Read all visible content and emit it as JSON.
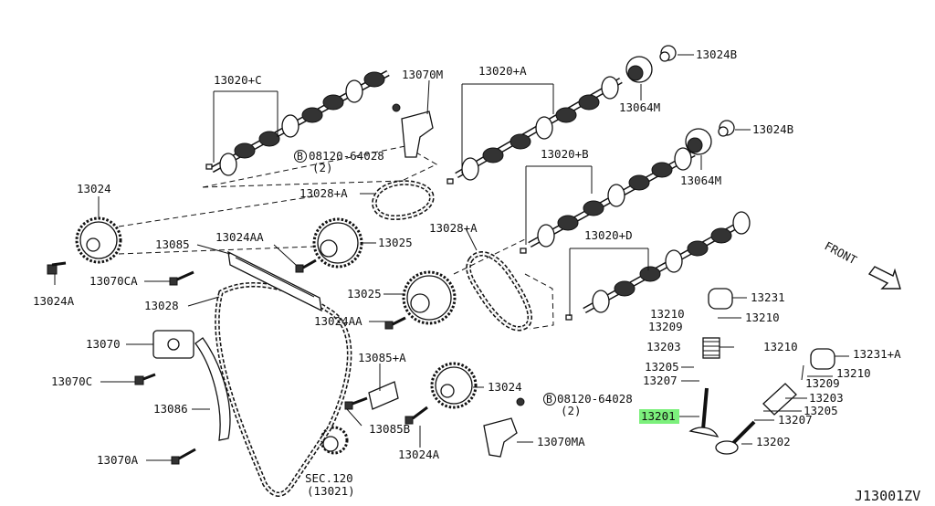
{
  "diagram_id": "J13001ZV",
  "front_label": "FRONT",
  "callouts": {
    "p13020C": "13020+C",
    "p13070M": "13070M",
    "p13020A": "13020+A",
    "p13024B_1": "13024B",
    "p13064M_1": "13064M",
    "p13020B": "13020+B",
    "p13024B_2": "13024B",
    "p13064M_2": "13064M",
    "p13020D": "13020+D",
    "bolt_08120_top": "08120-64028",
    "bolt_08120_top_qty": "(2)",
    "p13024": "13024",
    "p13028A_1": "13028+A",
    "p13028A_2": "13028+A",
    "p13085": "13085",
    "p13024AA_1": "13024AA",
    "p13025_1": "13025",
    "p13070CA": "13070CA",
    "p13024A_1": "13024A",
    "p13028": "13028",
    "p13025_2": "13025",
    "p13024AA_2": "13024AA",
    "p13070": "13070",
    "p13085A": "13085+A",
    "p13024_2": "13024",
    "p13070C": "13070C",
    "bolt_08120_bot": "08120-64028",
    "bolt_08120_bot_qty": "(2)",
    "p13086": "13086",
    "p13085B": "13085B",
    "p13070MA": "13070MA",
    "p13024A_2": "13024A",
    "p13070A": "13070A",
    "sec120": "SEC.120",
    "sec120_sub": "(13021)",
    "p13231": "13231",
    "p13210_1": "13210",
    "p13209_1": "13209",
    "p13203_1": "13203",
    "p13205_1": "13205",
    "p13207_1": "13207",
    "p13201": "13201",
    "p13210_2": "13210",
    "p13231A": "13231+A",
    "p13210_3": "13210",
    "p13209_2": "13209",
    "p13203_2": "13203",
    "p13205_2": "13205",
    "p13207_2": "13207",
    "p13202": "13202"
  },
  "bolt_marker": "B",
  "highlight_color": "#7cf07c"
}
